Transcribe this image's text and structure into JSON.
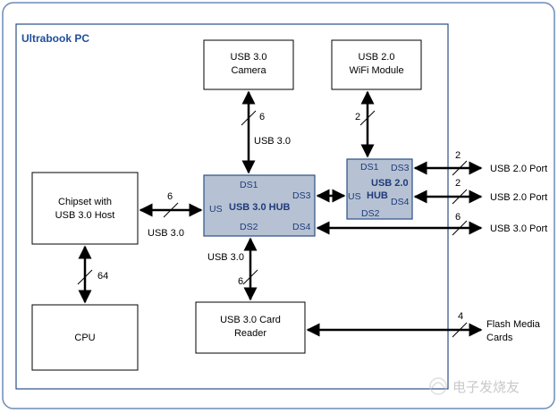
{
  "pc_title": "Ultrabook PC",
  "boxes": {
    "camera": {
      "line1": "USB 3.0",
      "line2": "Camera"
    },
    "wifi": {
      "line1": "USB 2.0",
      "line2": "WiFi Module"
    },
    "chipset": {
      "line1": "Chipset with",
      "line2": "USB 3.0 Host"
    },
    "cpu": {
      "line1": "CPU"
    },
    "card_reader": {
      "line1": "USB 3.0 Card",
      "line2": "Reader"
    }
  },
  "hub3": {
    "title": "USB 3.0 HUB",
    "us": "US",
    "ds1": "DS1",
    "ds2": "DS2",
    "ds3": "DS3",
    "ds4": "DS4"
  },
  "hub2": {
    "title_line1": "USB 2.0",
    "title_line2": "HUB",
    "us": "US",
    "ds1": "DS1",
    "ds2": "DS2",
    "ds3": "DS3",
    "ds4": "DS4"
  },
  "links": {
    "camera_width": "6",
    "camera_bus": "USB 3.0",
    "wifi_width": "2",
    "chipset_width": "6",
    "chipset_bus": "USB 3.0",
    "cpu_width": "64",
    "card_reader_width": "6",
    "card_reader_bus": "USB 3.0",
    "usb2_port1_width": "2",
    "usb2_port2_width": "2",
    "usb3_port_width": "6",
    "flash_width": "4"
  },
  "ports": {
    "usb2_port1": "USB 2.0 Port",
    "usb2_port2": "USB 2.0 Port",
    "usb3_port": "USB 3.0 Port",
    "flash_line1": "Flash Media",
    "flash_line2": "Cards"
  },
  "watermark": "电子发烧友"
}
